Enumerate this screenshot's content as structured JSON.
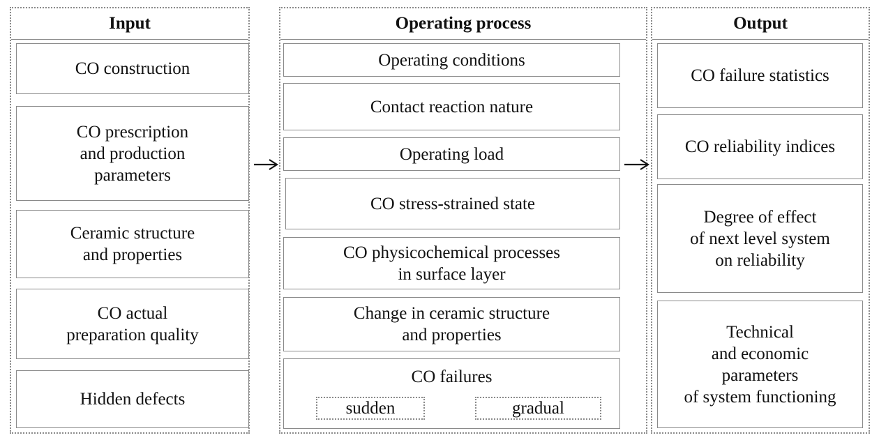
{
  "columns": {
    "input": {
      "title": "Input",
      "items": [
        "CO construction",
        "CO prescription\nand production\nparameters",
        "Ceramic structure\nand properties",
        "CO actual\npreparation quality",
        "Hidden defects"
      ]
    },
    "process": {
      "title": "Operating process",
      "items": [
        "Operating conditions",
        "Contact reaction nature",
        "Operating load",
        "CO stress-strained state",
        "CO physicochemical processes\nin surface layer",
        "Change in ceramic structure\nand properties"
      ],
      "failures": {
        "label": "CO failures",
        "sudden": "sudden",
        "gradual": "gradual"
      }
    },
    "output": {
      "title": "Output",
      "items": [
        "CO failure statistics",
        "CO reliability indices",
        "Degree of effect\nof next level system\non reliability",
        "Technical\nand economic\nparameters\nof system functioning"
      ]
    }
  }
}
